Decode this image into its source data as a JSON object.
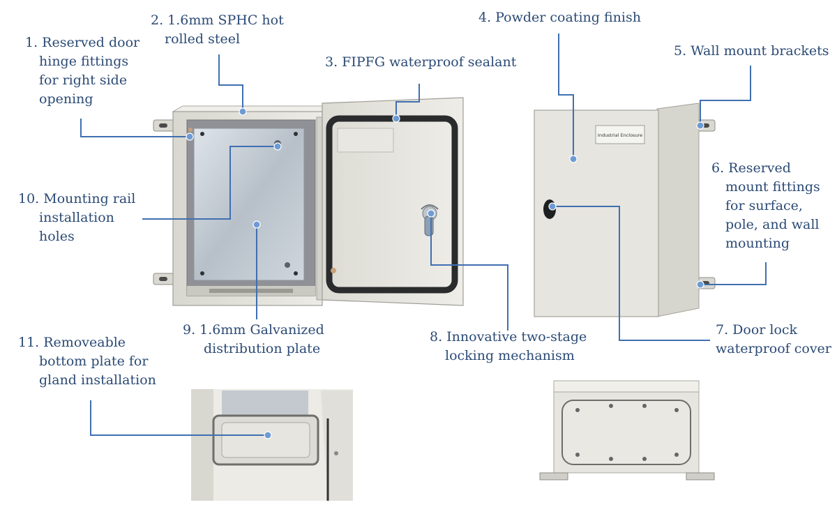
{
  "callouts": [
    {
      "id": "1",
      "lines": [
        "1. Reserved door",
        "hinge fittings",
        "for right side",
        "opening"
      ]
    },
    {
      "id": "2",
      "lines": [
        "2. 1.6mm SPHC hot",
        "rolled steel"
      ]
    },
    {
      "id": "3",
      "lines": [
        "3. FIPFG waterproof sealant"
      ]
    },
    {
      "id": "4",
      "lines": [
        "4. Powder coating finish"
      ]
    },
    {
      "id": "5",
      "lines": [
        "5. Wall mount brackets"
      ]
    },
    {
      "id": "6",
      "lines": [
        "6. Reserved",
        "mount fittings",
        "for surface,",
        "pole, and wall",
        "mounting"
      ]
    },
    {
      "id": "7",
      "lines": [
        "7. Door lock",
        "waterproof cover"
      ]
    },
    {
      "id": "8",
      "lines": [
        "8. Innovative two-stage",
        "locking mechanism"
      ]
    },
    {
      "id": "9",
      "lines": [
        "9. 1.6mm Galvanized",
        "distribution plate"
      ]
    },
    {
      "id": "10",
      "lines": [
        "10. Mounting rail",
        "installation",
        "holes"
      ]
    },
    {
      "id": "11",
      "lines": [
        "11. Removeable",
        "bottom plate for",
        "gland installation"
      ]
    }
  ],
  "enclosure_label": "Industrial Enclosure",
  "colors": {
    "text": "#2b4a75",
    "leader": "#3f6fb0",
    "dot": "#6e9bd3",
    "enclosure": "#e6e5df"
  }
}
